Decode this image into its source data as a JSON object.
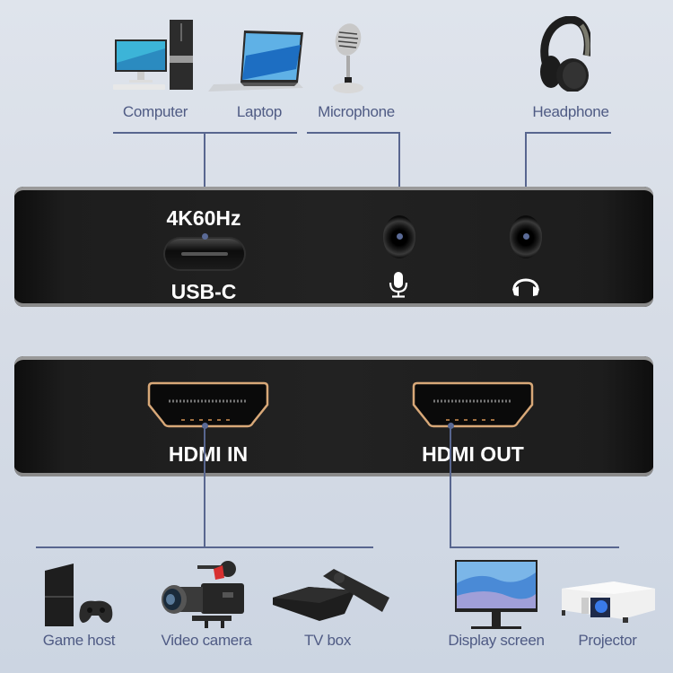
{
  "top_devices": [
    {
      "name": "Computer",
      "icon": "desktop-computer-icon"
    },
    {
      "name": "Laptop",
      "icon": "laptop-icon"
    },
    {
      "name": "Microphone",
      "icon": "microphone-icon"
    },
    {
      "name": "Headphone",
      "icon": "headphone-icon"
    }
  ],
  "top_panel": {
    "usb_spec": "4K60Hz",
    "usb_label": "USB-C",
    "mic_port_icon": "microphone-symbol-icon",
    "headphone_port_icon": "headphone-symbol-icon"
  },
  "bottom_panel": {
    "hdmi_in_label": "HDMI IN",
    "hdmi_out_label": "HDMI OUT"
  },
  "bottom_devices": [
    {
      "name": "Game host",
      "icon": "game-console-icon"
    },
    {
      "name": "Video camera",
      "icon": "video-camera-icon"
    },
    {
      "name": "TV box",
      "icon": "tv-box-icon"
    },
    {
      "name": "Display screen",
      "icon": "monitor-icon"
    },
    {
      "name": "Projector",
      "icon": "projector-icon"
    }
  ],
  "colors": {
    "label_text": "#4f5b84",
    "connector_line": "#58668f",
    "panel": "#1f1f1f",
    "hdmi_gold": "#d4a574"
  }
}
